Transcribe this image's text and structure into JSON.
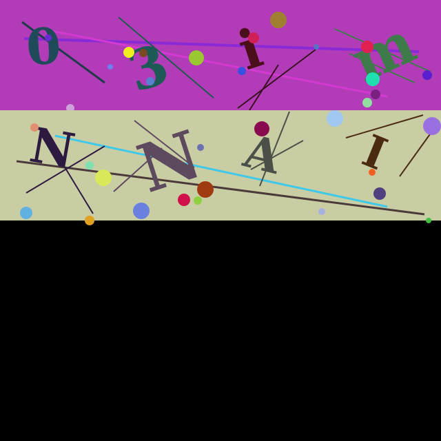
{
  "canvas": {
    "background": "#000000"
  },
  "bands": [
    {
      "name": "magenta-band",
      "color": "#b23cb8"
    },
    {
      "name": "khaki-band",
      "color": "#c9cda3"
    }
  ],
  "captcha": {
    "row1": {
      "characters": [
        {
          "text": "0",
          "color": "#1f4a5a"
        },
        {
          "text": "3",
          "color": "#1e5a55"
        },
        {
          "text": "i",
          "color": "#4a0f1a"
        },
        {
          "text": "m",
          "color": "#3f7a4a"
        }
      ]
    },
    "row2": {
      "characters": [
        {
          "text": "N",
          "color": "#2c1a40"
        },
        {
          "text": "N",
          "color": "#5e4a5e"
        },
        {
          "text": "A",
          "color": "#4a5048"
        },
        {
          "text": "I",
          "color": "#4a2a10"
        }
      ]
    }
  }
}
